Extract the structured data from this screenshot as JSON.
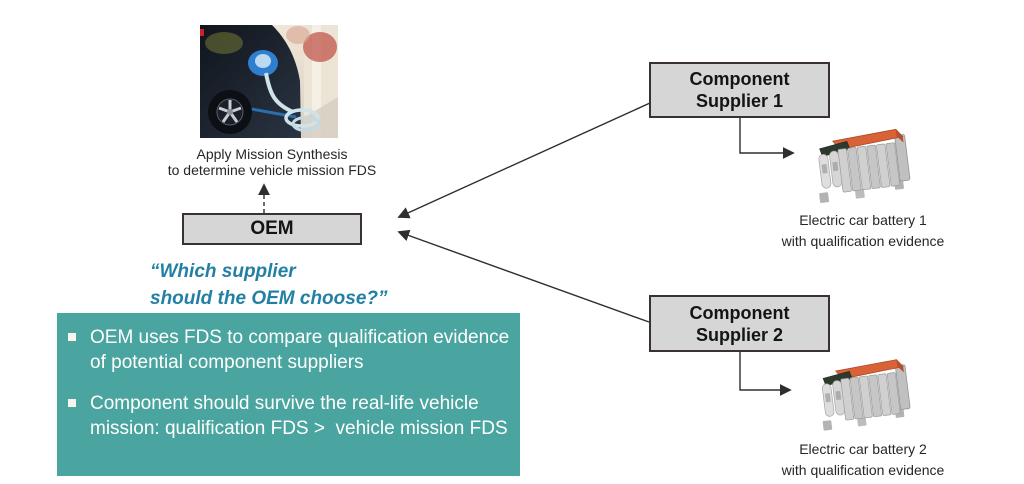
{
  "diagram": {
    "photo": {
      "caption_line1": "Apply Mission Synthesis",
      "caption_line2": "to determine vehicle mission FDS"
    },
    "oem": {
      "label": "OEM"
    },
    "quote": {
      "line1": "“Which supplier",
      "line2": "should the OEM choose?”"
    },
    "key_points": {
      "bullets": [
        "OEM uses FDS to compare qualification evidence of potential component suppliers",
        "Component should survive the real-life vehicle mission: qualification FDS >  vehicle mission FDS"
      ]
    },
    "suppliers": {
      "s1_line1": "Component",
      "s1_line2": "Supplier 1",
      "s2_line1": "Component",
      "s2_line2": "Supplier 2"
    },
    "batteries": {
      "b1_caption_line1": "Electric car battery 1",
      "b1_caption_line2": "with qualification evidence",
      "b2_caption_line1": "Electric car battery 2",
      "b2_caption_line2": "with qualification evidence"
    },
    "icons": {
      "photo": "ev-charging-photo",
      "battery1": "battery-pack-1-image",
      "battery2": "battery-pack-2-image"
    },
    "colors": {
      "panel_teal": "#4AA5A0",
      "panel_text": "#FFFFFF",
      "box_fill": "#D6D6D6",
      "box_border": "#3A3138",
      "quote_blue": "#2380A4",
      "battery_orange": "#D96236",
      "arrow": "#2E2E2E"
    }
  }
}
